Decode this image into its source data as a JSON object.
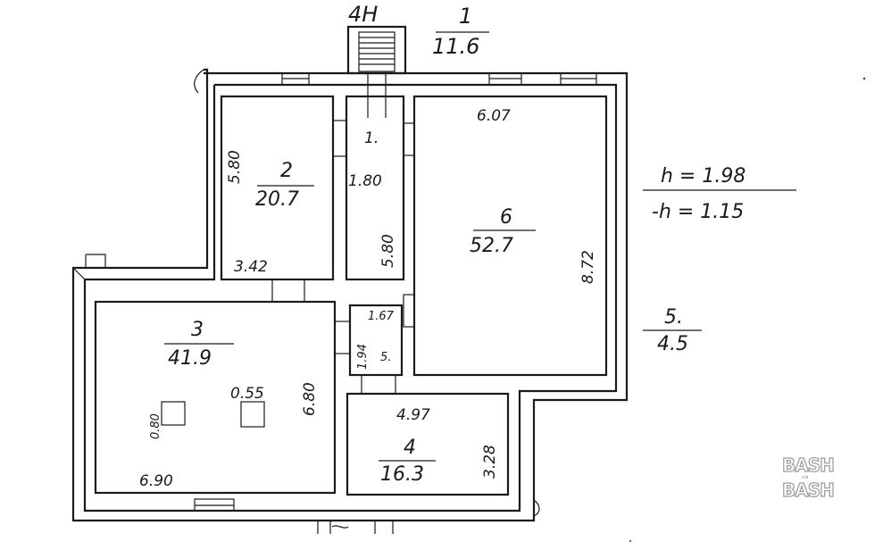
{
  "header": {
    "entrance_code": "4Н",
    "room_1_number": "1",
    "room_1_area": "11.6"
  },
  "heights": {
    "height": "h = 1.98",
    "depth": "-h = 1.15"
  },
  "rooms": {
    "r1": {
      "number": "1.",
      "width": "1.80",
      "length": "5.80"
    },
    "r2": {
      "number": "2",
      "area": "20.7",
      "side": "5.80",
      "width": "3.42"
    },
    "r3": {
      "number": "3",
      "area": "41.9",
      "side": "6.80",
      "width": "6.90",
      "column_left": "0.80",
      "column_right": "0.55"
    },
    "r4": {
      "number": "4",
      "area": "16.3",
      "width": "4.97",
      "side": "3.28"
    },
    "r5": {
      "number": "5.",
      "area": "4.5",
      "inner_number": "5.",
      "width": "1.67",
      "side": "1.94"
    },
    "r6": {
      "number": "6",
      "area": "52.7",
      "width": "6.07",
      "side": "8.72"
    }
  },
  "watermark": {
    "top": "BASH",
    "middle": "на",
    "bottom": "BASH"
  }
}
